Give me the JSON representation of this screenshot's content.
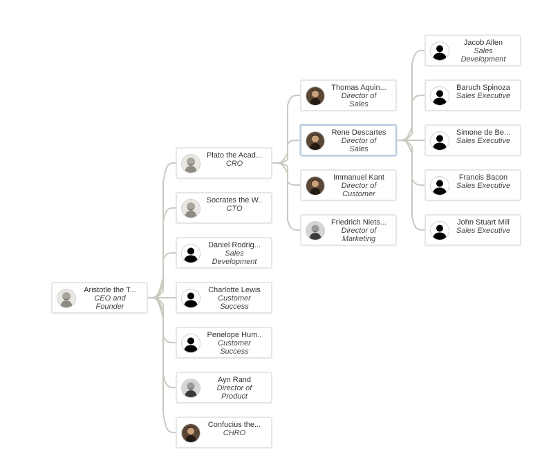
{
  "nodes": [
    {
      "id": "aristotle",
      "name": "Aristotle the T...",
      "title_lines": [
        "CEO and",
        "Founder"
      ],
      "avatar": "bust-photo",
      "parent": null
    },
    {
      "id": "plato",
      "name": "Plato the Acad...",
      "title_lines": [
        "CRO"
      ],
      "avatar": "bust-photo",
      "parent": "aristotle"
    },
    {
      "id": "socrates",
      "name": "Socrates the W..",
      "title_lines": [
        "CTO"
      ],
      "avatar": "bust-photo",
      "parent": "aristotle"
    },
    {
      "id": "daniel",
      "name": "Daniel Rodrig...",
      "title_lines": [
        "Sales",
        "Development"
      ],
      "avatar": "silhouette",
      "parent": "aristotle"
    },
    {
      "id": "charlotte",
      "name": "Charlotte Lewis",
      "title_lines": [
        "Customer",
        "Success"
      ],
      "avatar": "silhouette",
      "parent": "aristotle"
    },
    {
      "id": "penelope",
      "name": "Penelope Hum..",
      "title_lines": [
        "Customer",
        "Success"
      ],
      "avatar": "silhouette",
      "parent": "aristotle"
    },
    {
      "id": "aynrand",
      "name": "Ayn Rand",
      "title_lines": [
        "Director of",
        "Product"
      ],
      "avatar": "portrait-photo",
      "parent": "aristotle"
    },
    {
      "id": "confucius",
      "name": "Confucius the...",
      "title_lines": [
        "CHRO"
      ],
      "avatar": "painting-photo",
      "parent": "aristotle"
    },
    {
      "id": "aquinas",
      "name": "Thomas Aquin...",
      "title_lines": [
        "Director of",
        "Sales"
      ],
      "avatar": "painting-photo",
      "parent": "plato"
    },
    {
      "id": "descartes",
      "name": "Rene Descartes",
      "title_lines": [
        "Director of",
        "Sales"
      ],
      "avatar": "painting-photo",
      "parent": "plato",
      "selected": true
    },
    {
      "id": "kant",
      "name": "Immanuel Kant",
      "title_lines": [
        "Director of",
        "Customer"
      ],
      "avatar": "painting-photo",
      "parent": "plato"
    },
    {
      "id": "nietzsche",
      "name": "Friedrich Niets...",
      "title_lines": [
        "Director of",
        "Marketing"
      ],
      "avatar": "portrait-photo",
      "parent": "plato"
    },
    {
      "id": "allen",
      "name": "Jacob Allen",
      "title_lines": [
        "Sales",
        "Development"
      ],
      "avatar": "silhouette",
      "parent": "descartes"
    },
    {
      "id": "spinoza",
      "name": "Baruch Spinoza",
      "title_lines": [
        "Sales Executive"
      ],
      "avatar": "silhouette",
      "parent": "descartes"
    },
    {
      "id": "beauvoir",
      "name": "Simone de Be...",
      "title_lines": [
        "Sales Executive"
      ],
      "avatar": "silhouette",
      "parent": "descartes"
    },
    {
      "id": "bacon",
      "name": "Francis Bacon",
      "title_lines": [
        "Sales Executive"
      ],
      "avatar": "silhouette",
      "parent": "descartes"
    },
    {
      "id": "mill",
      "name": "John Stuart Mill",
      "title_lines": [
        "Sales Executive"
      ],
      "avatar": "silhouette",
      "parent": "descartes"
    }
  ],
  "colors": {
    "connector": "#c9c9c0",
    "border": "#e6e6e6",
    "selected_border": "#b7cde0"
  }
}
